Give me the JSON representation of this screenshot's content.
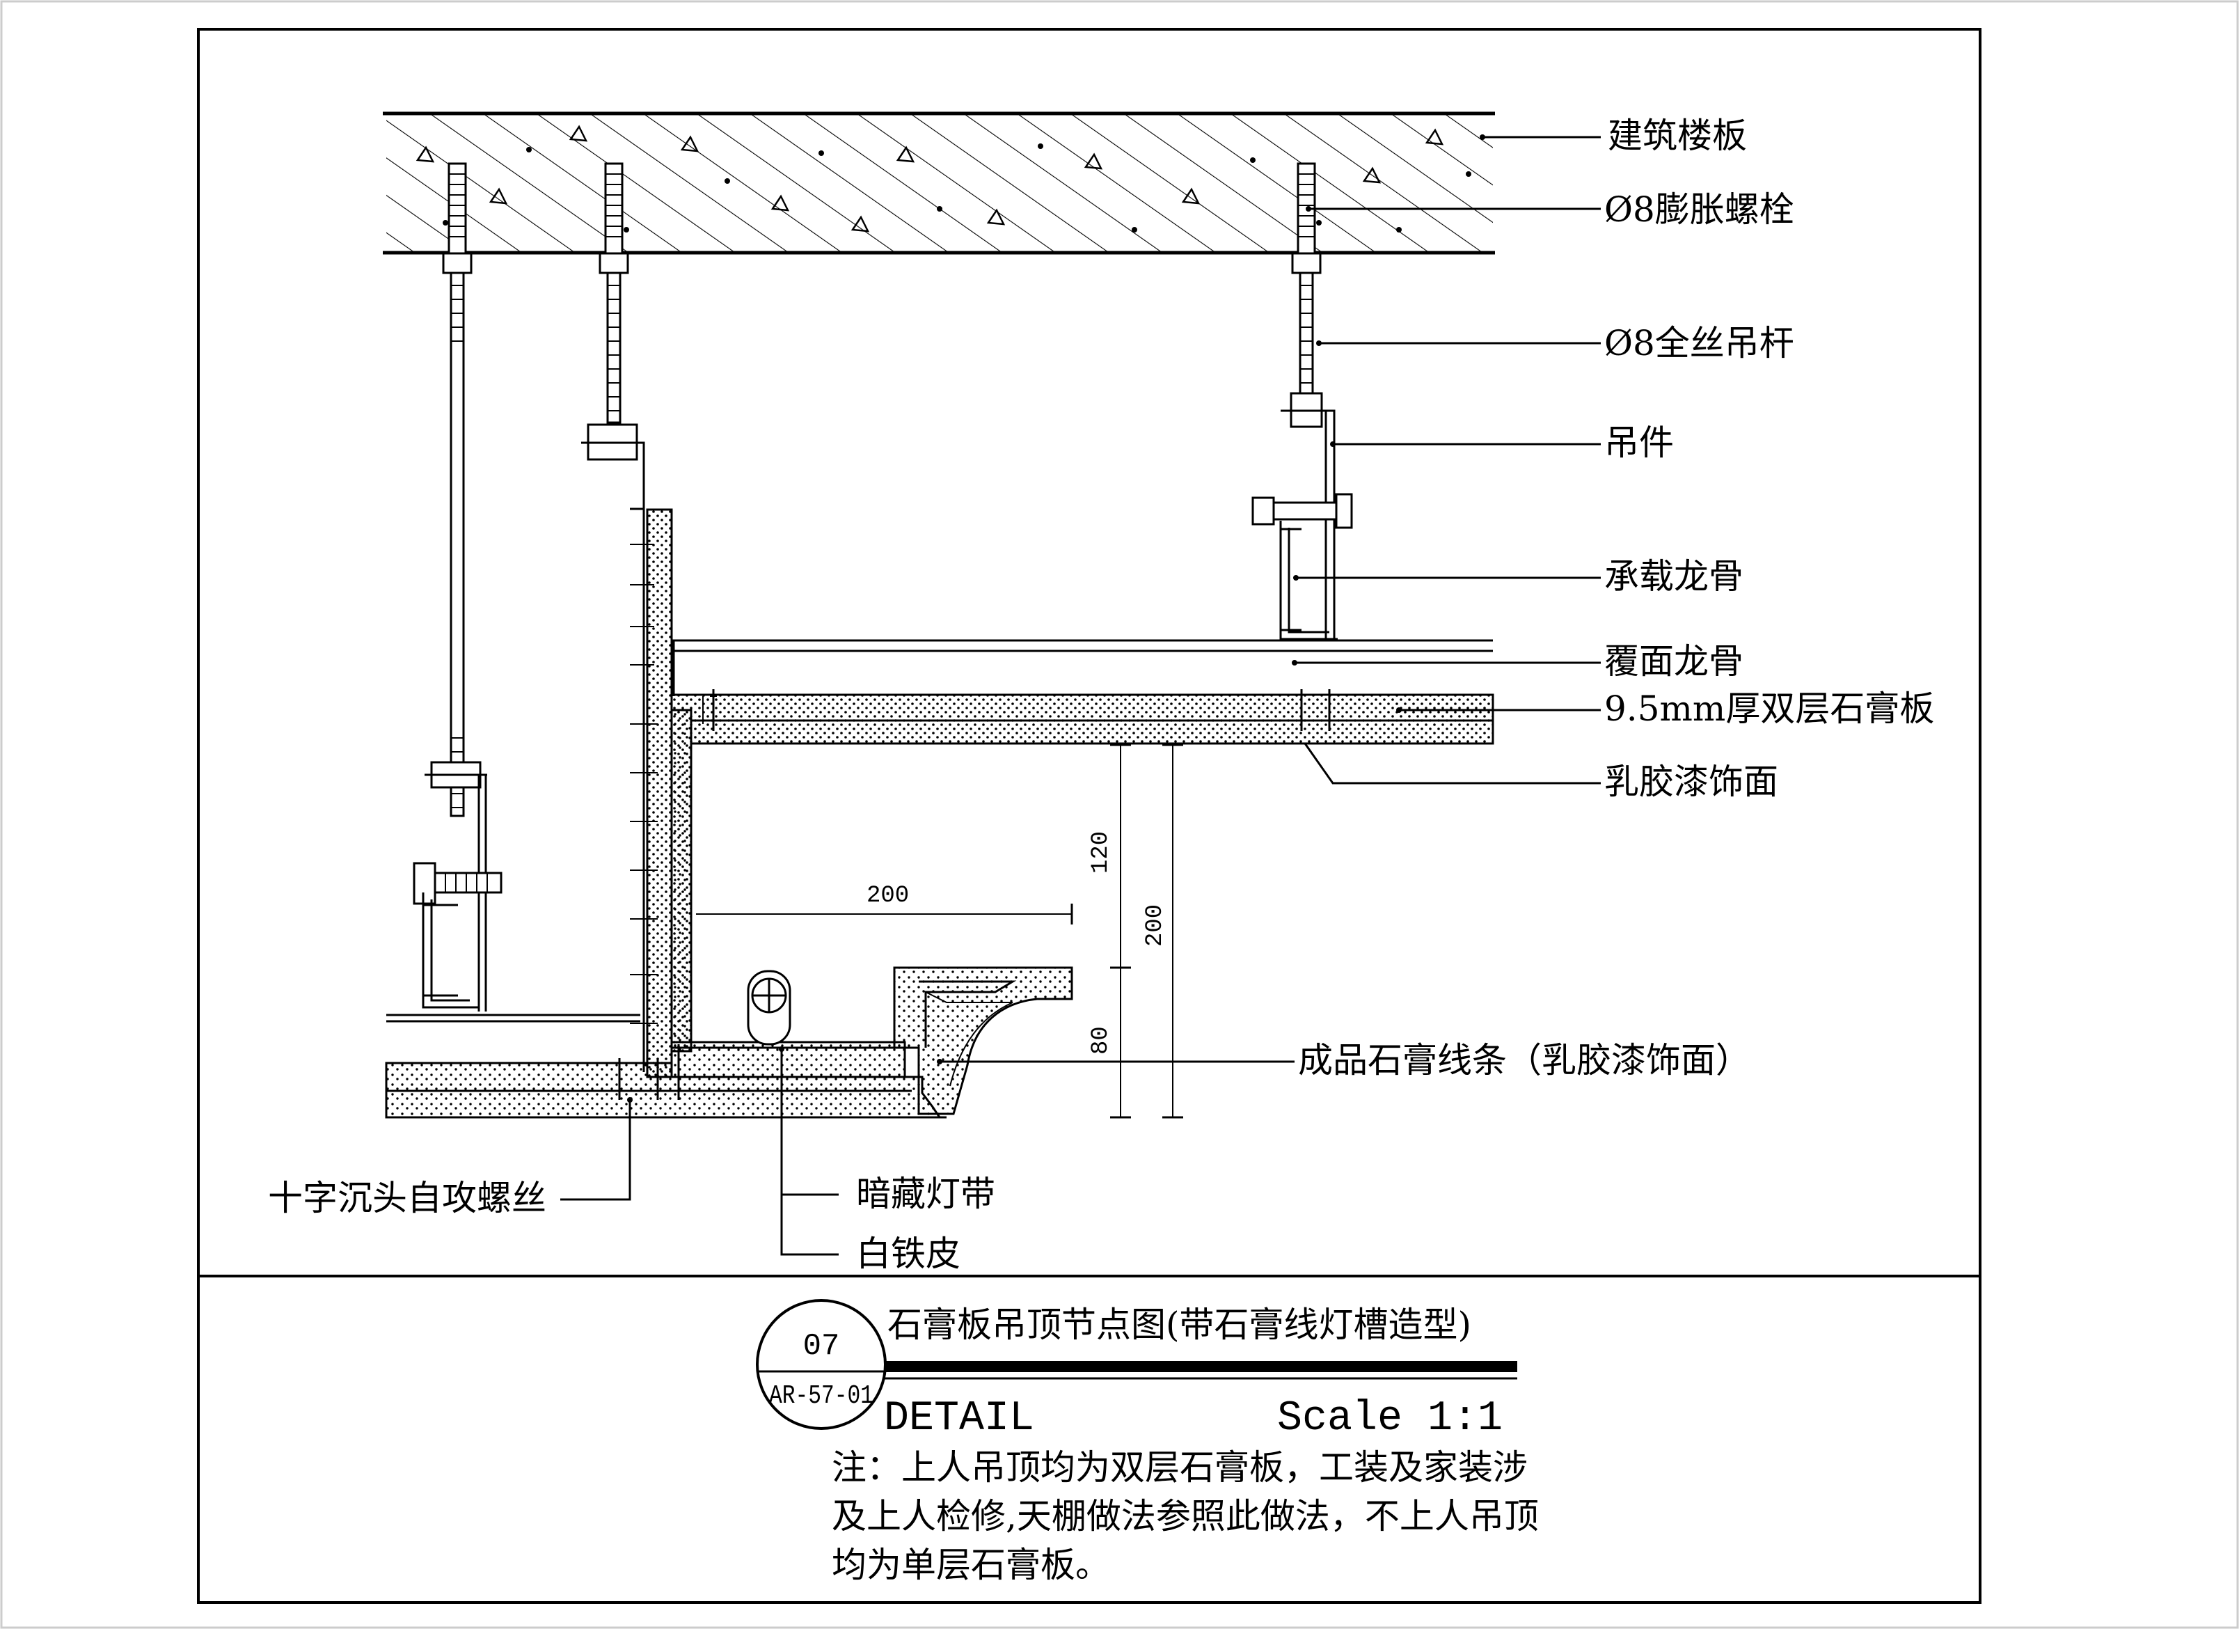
{
  "labels": {
    "floor_slab": "建筑楼板",
    "expansion_bolt": "Ø8膨胀螺栓",
    "threaded_rod": "Ø8全丝吊杆",
    "hanger": "吊件",
    "main_keel": "承载龙骨",
    "cover_keel": "覆面龙骨",
    "double_board": "9.5mm厚双层石膏板",
    "latex_finish": "乳胶漆饰面",
    "gypsum_molding": "成品石膏线条（乳胶漆饰面）",
    "screw": "十字沉头自攻螺丝",
    "hidden_light": "暗藏灯带",
    "tin_sheet": "白铁皮"
  },
  "dimensions": {
    "width_200": "200",
    "height_120": "120",
    "height_200": "200",
    "height_80": "80"
  },
  "title_block": {
    "number": "07",
    "sheet": "AR-57-01",
    "title": "石膏板吊顶节点图(带石膏线灯槽造型)",
    "detail": "DETAIL",
    "scale": "Scale 1:1",
    "note_line1": "注：上人吊顶均为双层石膏板，工装及家装涉",
    "note_line2": "及上人检修,天棚做法参照此做法，不上人吊顶",
    "note_line3": "均为单层石膏板。"
  }
}
